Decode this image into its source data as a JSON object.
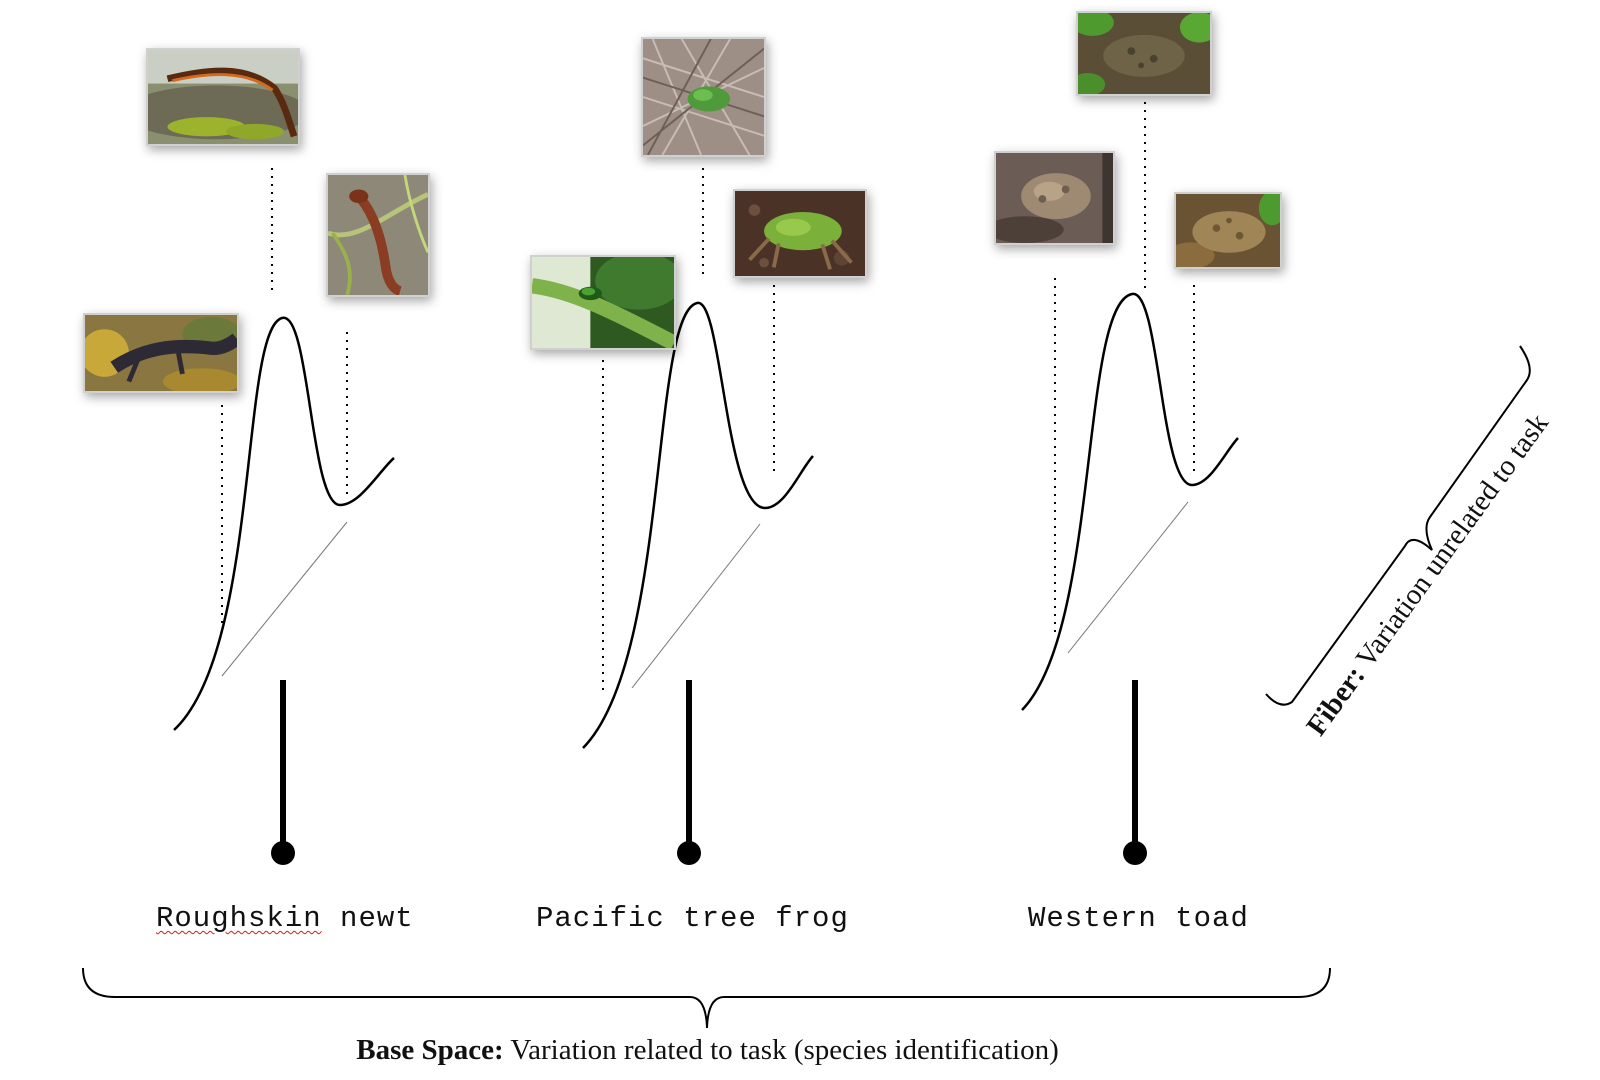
{
  "species": [
    {
      "name_first": "Roughskin",
      "name_rest": " newt"
    },
    {
      "name_first": "Pacific",
      "name_rest": " tree frog"
    },
    {
      "name_first": "Western",
      "name_rest": " toad"
    }
  ],
  "base_space": {
    "label_bold": "Base Space:",
    "label_text": " Variation related to task (species identification)"
  },
  "fiber": {
    "label_bold": "Fiber:",
    "label_text": " Variation unrelated to task"
  },
  "photo_subjects": [
    "newt-on-mossy-rock",
    "newt-in-water",
    "dark-newt-on-leaves",
    "green-frog-in-grass",
    "green-frog-on-soil",
    "small-frog-on-stem",
    "toad-among-leaves",
    "toad-on-mud",
    "brown-toad-on-leaves"
  ]
}
